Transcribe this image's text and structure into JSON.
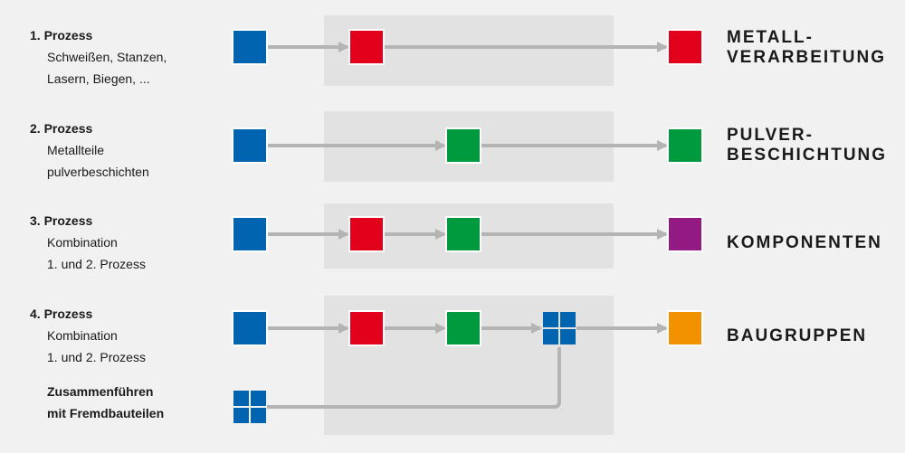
{
  "colors": {
    "blue": "#0064b0",
    "red": "#e3001b",
    "green": "#009a3e",
    "purple": "#931a82",
    "orange": "#f39200",
    "line": "#b4b4b4",
    "band": "#e2e2e2"
  },
  "processes": [
    {
      "title": "1. Prozess",
      "desc": [
        "Schweißen, Stanzen,",
        "Lasern, Biegen, ..."
      ],
      "result": [
        "METALL-",
        "VERARBEITUNG"
      ],
      "steps": [
        "red"
      ],
      "end": "red"
    },
    {
      "title": "2. Prozess",
      "desc": [
        "Metallteile",
        "pulverbeschichten"
      ],
      "result": [
        "PULVER-",
        "BESCHICHTUNG"
      ],
      "steps": [
        "green"
      ],
      "end": "green"
    },
    {
      "title": "3. Prozess",
      "desc": [
        "Kombination",
        "1. und 2. Prozess"
      ],
      "result": [
        "KOMPONENTEN"
      ],
      "steps": [
        "red",
        "green"
      ],
      "end": "purple"
    },
    {
      "title": "4. Prozess",
      "desc": [
        "Kombination",
        "1. und 2. Prozess"
      ],
      "result": [
        "BAUGRUPPEN"
      ],
      "steps": [
        "red",
        "green",
        "grid"
      ],
      "end": "orange"
    }
  ],
  "merge": {
    "label": [
      "Zusammenführen",
      "mit Fremdbauteilen"
    ]
  }
}
